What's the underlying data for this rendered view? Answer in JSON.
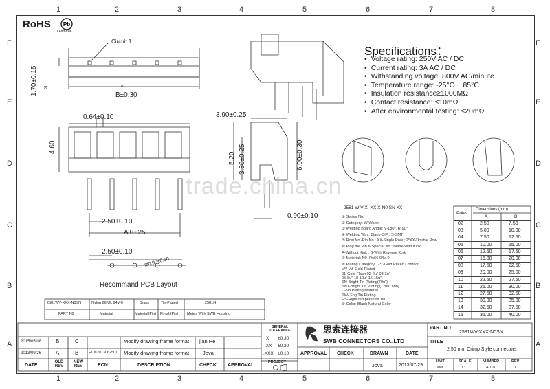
{
  "header": {
    "rohs": "RoHS",
    "pb_badge": "Pb",
    "lead_free": "Lead-free"
  },
  "zones": {
    "columns": [
      "1",
      "2",
      "3",
      "4",
      "5",
      "6",
      "7",
      "8"
    ],
    "rows": [
      "F",
      "E",
      "D",
      "C",
      "B",
      "A"
    ]
  },
  "drawing": {
    "circuit_label": "Circuit 1",
    "dim_b": "B±0.30",
    "dim_170": "1.70±0.15",
    "dim_01": "01",
    "dim_02": "02",
    "dim_064": "0.64±0.10",
    "dim_460": "4.60",
    "dim_250": "2.50±0.10",
    "dim_a": "A±0.25",
    "dim_250b": "2.50±0.10",
    "dim_hole": "Ø0.90±0.10",
    "dim_390": "3.90±0.25",
    "dim_520": "5.20",
    "dim_330": "3.30±0.25",
    "dim_600": "6.00±0.30",
    "dim_090": "0.90±0.10",
    "pcb_title": "Recommand PCB Layout",
    "watermark": "trade.china.cn"
  },
  "specifications": {
    "title": "Specifications：",
    "items": [
      "Voltage rating: 250V AC / DC",
      "Current rating: 3A  AC / DC",
      "Withstanding voltage: 800V AC/minute",
      "Temperature range: -25°C~+85°C",
      "Insulation resistance≥1000MΩ",
      "Contact resistance: ≤10mΩ",
      "After environmental testing: ≤20mΩ"
    ]
  },
  "part_code": {
    "code": "2581 W V X- XX X-N0 SN XX",
    "legend": [
      "① Series No.",
      "② Category:  W-Wafer",
      "③ Welding Board Angle:  V-180°, R-90°",
      "④ Welding Way:  Blank-DIP ; S-SMT",
      "⑤ Row No.-Pin No.:  XX-Single Row ; 2*XX-Double Row",
      "⑥ Plug the Pin & Special No.:  Blank-With Kink",
      "    A-Without Kink ;  B-With Reverse Kink",
      "⑦ Material:  N0 -PA66  94V-0",
      "⑧ Plating Category: G**-Gold Plated Contact",
      "    V**- All Gold-Plated",
      "    01-Gold Flash  02-2u\"  03-3u\"",
      "    05-5u\"  10-10u\"  15-15u\"",
      "    SN-Bright Tin Plating(70u\")",
      "    SN1-Bright Tin Plating(120u\" Min).",
      "    D-No Plating Material",
      "    SW- Fog Tin Plating",
      "    HS-Hight temperature Tin",
      "⑨ Color:  Blank-Natural Color"
    ]
  },
  "dimensions_table": {
    "title": "Dimensions (mm)",
    "headers": [
      "Poles",
      "A",
      "B"
    ],
    "rows": [
      [
        "02",
        "2.50",
        "7.50"
      ],
      [
        "03",
        "5.00",
        "10.00"
      ],
      [
        "04",
        "7.50",
        "12.50"
      ],
      [
        "05",
        "10.00",
        "15.00"
      ],
      [
        "06",
        "12.50",
        "17.50"
      ],
      [
        "07",
        "15.00",
        "20.00"
      ],
      [
        "08",
        "17.50",
        "22.50"
      ],
      [
        "09",
        "20.00",
        "25.00"
      ],
      [
        "10",
        "22.50",
        "27.50"
      ],
      [
        "11",
        "25.00",
        "30.00"
      ],
      [
        "12",
        "27.50",
        "32.50"
      ],
      [
        "13",
        "30.00",
        "35.00"
      ],
      [
        "14",
        "32.50",
        "37.50"
      ],
      [
        "15",
        "35.00",
        "40.00"
      ]
    ]
  },
  "material_table": {
    "row1": [
      "2581WV-XXX-N0SN",
      "Nylon 66  UL 94V-0",
      "Brass",
      "Tin-Plated",
      "2581H"
    ],
    "row2": [
      "PART N0",
      "Material",
      "Material(Pin)",
      "Finish(Pin)",
      "Metes With SWB  Housing"
    ]
  },
  "title_block": {
    "revisions": [
      {
        "date": "2015/05/08",
        "old": "B",
        "new": "C",
        "ecn": "",
        "desc": "Modify drawing frame format",
        "check": "jian.He"
      },
      {
        "date": "2013/09/26",
        "old": "A",
        "new": "B",
        "ecn": "ECN2013062501",
        "desc": "Modify drawing frame format",
        "check": "Jova"
      }
    ],
    "rev_headers": [
      "DATE",
      "OLD REV",
      "NEW REV",
      "ECN",
      "DESCRIPTION",
      "CHECK",
      "APPROVAL"
    ],
    "tolerance_title": "GENERAL TOLERANCE",
    "tolerances": [
      [
        "X",
        "±0.30"
      ],
      [
        ".XX",
        "±0.20"
      ],
      [
        ".XXX",
        "±0.10"
      ]
    ],
    "projection": "PROJECT",
    "company_cn": "思索连接器",
    "company_en": "SWB CONNECTORS CO.,LTD",
    "sign_headers": [
      "APPROVAL",
      "CHECK",
      "DRAWN",
      "DATE"
    ],
    "drawn": "Jova",
    "date": "2013/07/29",
    "part_no_label": "PART NO.",
    "part_no": "2581WV-XXX-N0SN",
    "title_label": "TITLE",
    "title": "2.50 mm Crimp Style connectors",
    "bottom_headers": [
      "UNIT",
      "SCALE",
      "NUMBER",
      "REV"
    ],
    "bottom_values": [
      "MM",
      "1 : 1",
      "A-105",
      "C"
    ]
  }
}
